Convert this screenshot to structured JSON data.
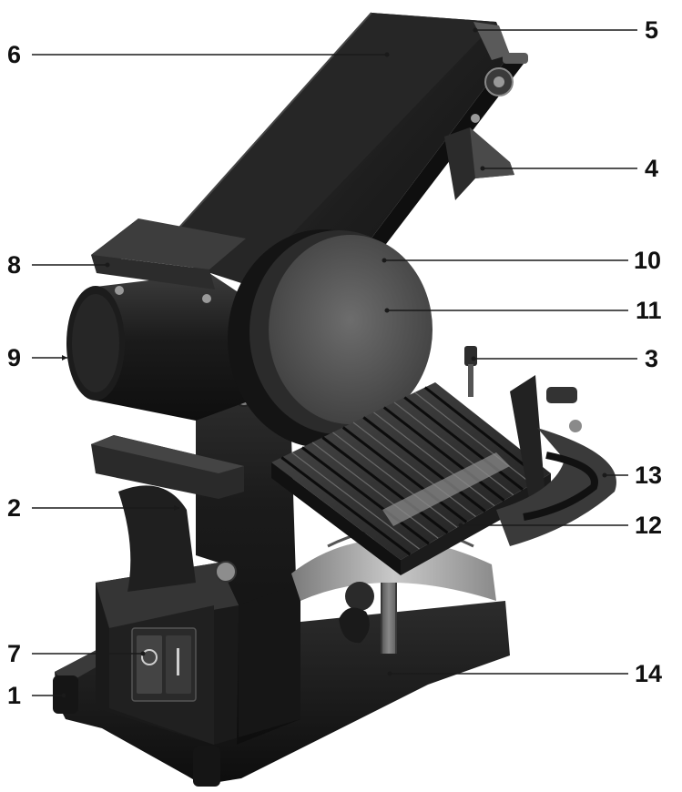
{
  "diagram": {
    "subject": "belt-and-disc-sander",
    "callouts": [
      {
        "id": "5",
        "label": "5"
      },
      {
        "id": "6",
        "label": "6"
      },
      {
        "id": "4",
        "label": "4"
      },
      {
        "id": "8",
        "label": "8"
      },
      {
        "id": "10",
        "label": "10"
      },
      {
        "id": "11",
        "label": "11"
      },
      {
        "id": "9",
        "label": "9"
      },
      {
        "id": "3",
        "label": "3"
      },
      {
        "id": "2",
        "label": "2"
      },
      {
        "id": "13",
        "label": "13"
      },
      {
        "id": "12",
        "label": "12"
      },
      {
        "id": "7",
        "label": "7"
      },
      {
        "id": "14",
        "label": "14"
      },
      {
        "id": "1",
        "label": "1"
      }
    ]
  },
  "colors": {
    "background": "#ffffff",
    "machine_dark": "#1c1c1c",
    "machine_mid": "#2e2e2e",
    "metal": "#9a9a9a",
    "label": "#111111"
  }
}
